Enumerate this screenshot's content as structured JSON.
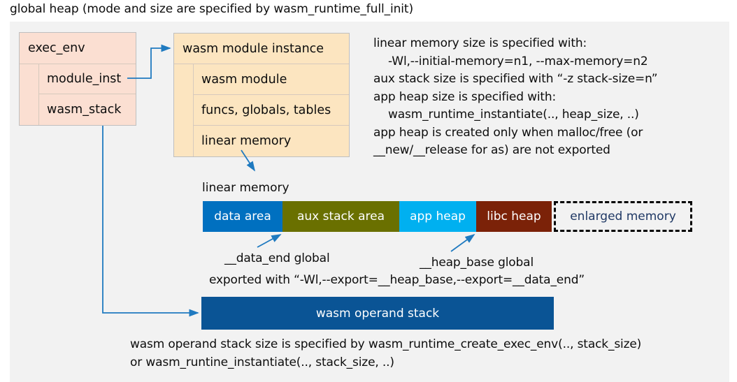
{
  "title": "global heap (mode and size are specified by wasm_runtime_full_init)",
  "colors": {
    "panel_bg": "#f2f2f2",
    "exec_env_bg": "#fbdfd2",
    "module_inst_bg": "#fce5c0",
    "data_area": "#0070c0",
    "aux_stack_area": "#6a7000",
    "app_heap": "#00b0f0",
    "libc_heap": "#7b2208",
    "enlarged_memory_text": "#1f3864",
    "operand_stack": "#0a5495",
    "arrow": "#1f7ac0"
  },
  "exec_env": {
    "header": "exec_env",
    "rows": [
      {
        "label": "module_inst"
      },
      {
        "label": "wasm_stack"
      }
    ]
  },
  "module_instance": {
    "header": "wasm module instance",
    "rows": [
      {
        "label": "wasm module"
      },
      {
        "label": "funcs, globals, tables"
      },
      {
        "label": "linear memory"
      }
    ]
  },
  "notes": {
    "right_block": "linear memory size is specified with:\n    -Wl,--initial-memory=n1, --max-memory=n2\naux stack size is specified with “-z stack-size=n”\napp heap size is specified with:\n    wasm_runtime_instantiate(.., heap_size, ..)\napp heap is created only when malloc/free (or\n__new/__release for as) are not exported",
    "data_end_global": "__data_end global",
    "heap_base_global": "__heap_base global",
    "exported_with": "exported with “-Wl,--export=__heap_base,--export=__data_end”",
    "bottom_block": "wasm operand stack size is specified by wasm_runtime_create_exec_env(.., stack_size)\nor wasm_runtine_instantiate(.., stack_size, ..)"
  },
  "linear_memory": {
    "label": "linear memory",
    "segments": [
      {
        "label": "data area",
        "color": "#0070c0"
      },
      {
        "label": "aux stack area",
        "color": "#6a7000"
      },
      {
        "label": "app heap",
        "color": "#00b0f0"
      },
      {
        "label": "libc heap",
        "color": "#7b2208"
      },
      {
        "label": "enlarged memory",
        "color": "#f2f2f2"
      }
    ]
  },
  "operand_stack": {
    "label": "wasm operand stack"
  }
}
